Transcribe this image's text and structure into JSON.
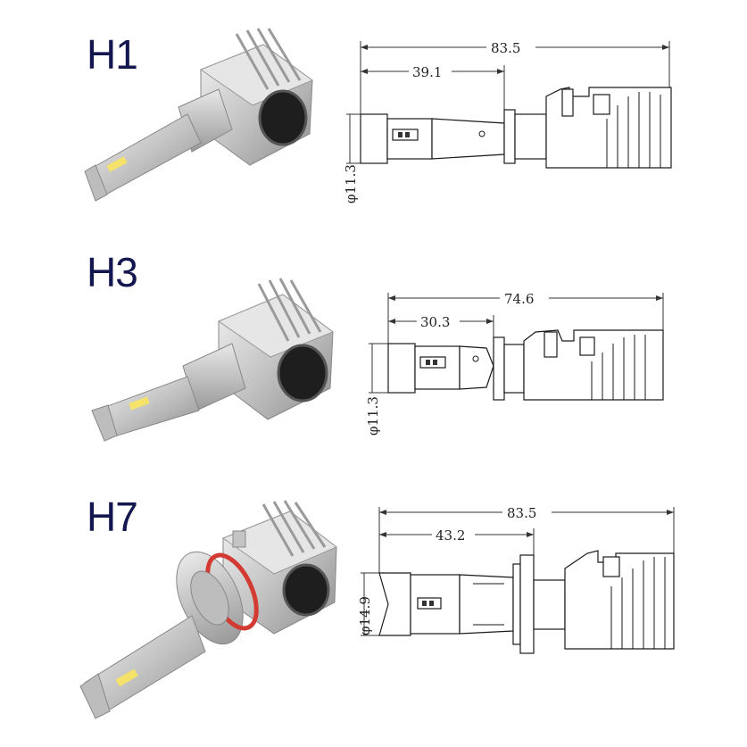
{
  "sections": [
    {
      "model": "H1",
      "dimensions": {
        "total_length": "83.5",
        "neck_length": "39.1",
        "diameter": "φ11.3"
      }
    },
    {
      "model": "H3",
      "dimensions": {
        "total_length": "74.6",
        "neck_length": "30.3",
        "diameter": "φ11.3"
      }
    },
    {
      "model": "H7",
      "dimensions": {
        "total_length": "83.5",
        "neck_length": "43.2",
        "diameter": "φ14.9"
      }
    }
  ],
  "colors": {
    "label": "#14164f",
    "bulb_silver": "#c8c8c8",
    "lens_dark": "#1e1e1e",
    "led_chip": "#f4e26a",
    "seal_ring": "#d23a32"
  }
}
